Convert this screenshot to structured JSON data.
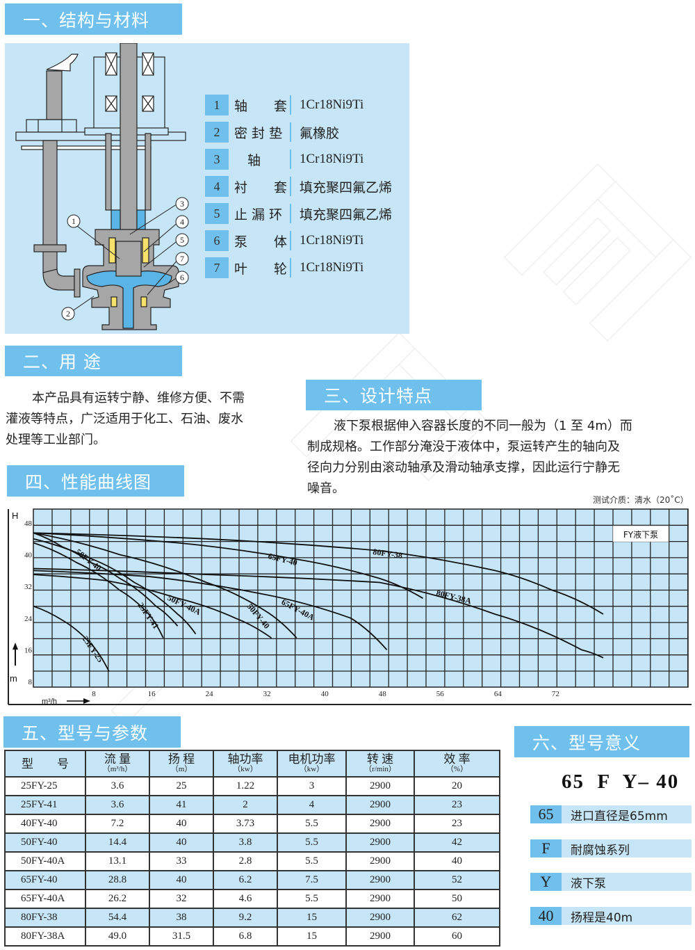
{
  "sections": {
    "structure": {
      "title": "一、结构与材料"
    },
    "usage": {
      "title": "二、用 途",
      "text": [
        "本产品具有运转宁静、维修方便、不需",
        "灌液等特点，广泛适用于化工、石油、废水",
        "处理等工业部门。"
      ]
    },
    "design": {
      "title": "三、设计特点",
      "text": [
        "液下泵根据伸入容器长度的不同一般为（1 至 4m）而",
        "制成规格。工作部分淹没于液体中，泵运转产生的轴向及",
        "径向力分别由滚动轴承及滑动轴承支撑，因此运行宁静无",
        "噪音。"
      ]
    },
    "curves": {
      "title": "四、性能曲线图",
      "note": "测试介质：清水（20˚C）",
      "legend_box": "FY液下泵"
    },
    "params": {
      "title": "五、型号与参数"
    },
    "meaning": {
      "title": "六、型号意义"
    }
  },
  "materials": [
    {
      "num": "1",
      "part": "轴　　套",
      "material": "1Cr18Ni9Ti"
    },
    {
      "num": "2",
      "part": "密 封 垫",
      "material": "氟橡胶"
    },
    {
      "num": "3",
      "part": "　轴",
      "material": "1Cr18Ni9Ti"
    },
    {
      "num": "4",
      "part": "衬　　套",
      "material": "填充聚四氟乙烯"
    },
    {
      "num": "5",
      "part": "止 漏 环",
      "material": "填充聚四氟乙烯"
    },
    {
      "num": "6",
      "part": "泵　　体",
      "material": "1Cr18Ni9Ti"
    },
    {
      "num": "7",
      "part": "叶　　轮",
      "material": "1Cr18Ni9Ti"
    }
  ],
  "diagram_callouts": [
    "1",
    "2",
    "3",
    "4",
    "5",
    "6",
    "7"
  ],
  "table": {
    "headers": [
      {
        "label": "型　　号",
        "unit": ""
      },
      {
        "label": "流 量",
        "unit": "（m³/h）"
      },
      {
        "label": "扬 程",
        "unit": "（m）"
      },
      {
        "label": "轴功率",
        "unit": "（kw）"
      },
      {
        "label": "电机功率",
        "unit": "（kw）"
      },
      {
        "label": "转 速",
        "unit": "（r/min）"
      },
      {
        "label": "效 率",
        "unit": "（%）"
      }
    ],
    "rows": [
      [
        "25FY-25",
        "3.6",
        "25",
        "1.22",
        "3",
        "2900",
        "20"
      ],
      [
        "25FY-41",
        "3.6",
        "41",
        "2",
        "4",
        "2900",
        "23"
      ],
      [
        "40FY-40",
        "7.2",
        "40",
        "3.73",
        "5.5",
        "2900",
        "23"
      ],
      [
        "50FY-40",
        "14.4",
        "40",
        "3.8",
        "5.5",
        "2900",
        "42"
      ],
      [
        "50FY-40A",
        "13.1",
        "33",
        "2.8",
        "5.5",
        "2900",
        "40"
      ],
      [
        "65FY-40",
        "28.8",
        "40",
        "6.2",
        "7.5",
        "2900",
        "52"
      ],
      [
        "65FY-40A",
        "26.2",
        "32",
        "4.6",
        "5.5",
        "2900",
        "50"
      ],
      [
        "80FY-38",
        "54.4",
        "38",
        "9.2",
        "15",
        "2900",
        "62"
      ],
      [
        "80FY-38A",
        "49.0",
        "31.5",
        "6.8",
        "15",
        "2900",
        "60"
      ]
    ]
  },
  "model_meaning": {
    "example": "65  F  Y– 40",
    "items": [
      {
        "code": "65",
        "text": "进口直径是65mm"
      },
      {
        "code": "F",
        "text": "耐腐蚀系列"
      },
      {
        "code": "Y",
        "text": "液下泵"
      },
      {
        "code": "40",
        "text": "扬程是40m"
      }
    ]
  },
  "chart_data": {
    "type": "line",
    "title": "性能曲线图",
    "subtitle": "测试介质：清水（20˚C）",
    "legend_box": "FY液下泵",
    "xlabel": "m³/h",
    "ylabel": "H m",
    "x_ticks": [
      8,
      16,
      24,
      32,
      40,
      48,
      56,
      64,
      72
    ],
    "y_ticks": [
      8,
      16,
      24,
      32,
      40,
      48
    ],
    "xlim": [
      0,
      90
    ],
    "ylim": [
      6,
      52
    ],
    "grid": true,
    "series": [
      {
        "name": "25FY-25",
        "points": [
          [
            0,
            27
          ],
          [
            4,
            23.5
          ],
          [
            8,
            17.5
          ],
          [
            10.5,
            10.5
          ]
        ]
      },
      {
        "name": "25FY-41",
        "points": [
          [
            0,
            43
          ],
          [
            6,
            38
          ],
          [
            12,
            31
          ],
          [
            16,
            25
          ],
          [
            18,
            19
          ]
        ]
      },
      {
        "name": "50FY-40",
        "points": [
          [
            0,
            44
          ],
          [
            8,
            39
          ],
          [
            14,
            33
          ],
          [
            20,
            25
          ],
          [
            22.5,
            20
          ]
        ]
      },
      {
        "name": "40FY-40",
        "points": [
          [
            0,
            45.5
          ],
          [
            4,
            42
          ],
          [
            8,
            38
          ],
          [
            12,
            34
          ],
          [
            17,
            27
          ],
          [
            20,
            22
          ]
        ]
      },
      {
        "name": "50FY-40A",
        "points": [
          [
            0,
            35
          ],
          [
            10,
            33.5
          ],
          [
            20,
            29
          ],
          [
            28,
            24
          ],
          [
            33,
            19
          ]
        ]
      },
      {
        "name": "50FY-40 (lower)",
        "points": [
          [
            0,
            45.5
          ],
          [
            12,
            40
          ],
          [
            24,
            33
          ],
          [
            32,
            26
          ],
          [
            36.5,
            19
          ]
        ]
      },
      {
        "name": "65FY-40A",
        "points": [
          [
            0,
            36
          ],
          [
            16,
            34.5
          ],
          [
            32,
            30
          ],
          [
            44,
            24
          ],
          [
            49,
            16
          ]
        ]
      },
      {
        "name": "65FY-40",
        "points": [
          [
            0,
            45.5
          ],
          [
            20,
            43
          ],
          [
            36,
            39
          ],
          [
            48,
            34
          ],
          [
            54,
            29
          ]
        ]
      },
      {
        "name": "80FY-38A",
        "points": [
          [
            0,
            36.5
          ],
          [
            24,
            35
          ],
          [
            48,
            33
          ],
          [
            64,
            25
          ],
          [
            76,
            16
          ],
          [
            79,
            14
          ]
        ]
      },
      {
        "name": "80FY-38",
        "points": [
          [
            0,
            45.5
          ],
          [
            24,
            44
          ],
          [
            48,
            41
          ],
          [
            64,
            36
          ],
          [
            72,
            31
          ],
          [
            79,
            25
          ]
        ]
      }
    ]
  }
}
